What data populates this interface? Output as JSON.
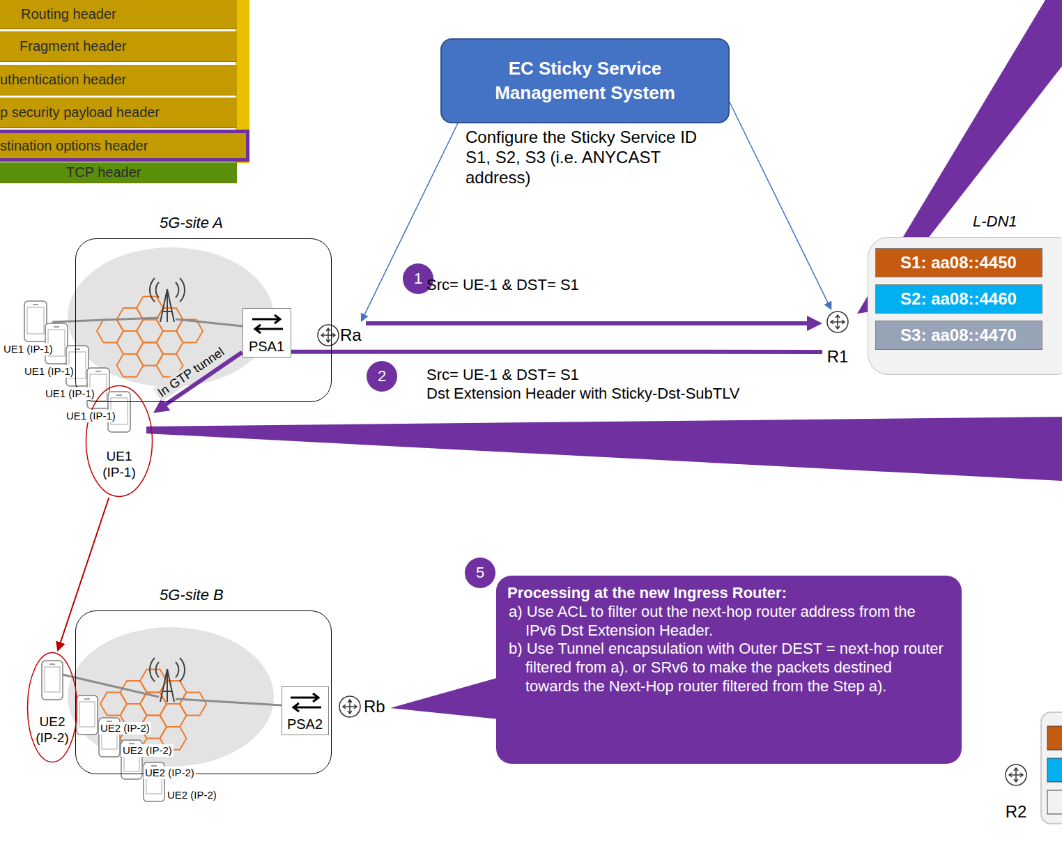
{
  "diagram": {
    "nodes": [
      {
        "text": [
          "Routing header"
        ]
      },
      {
        "text": [
          "Fragment header"
        ]
      },
      {
        "text": [
          "uthentication header"
        ]
      },
      {
        "text": [
          "p security payload header"
        ]
      },
      {
        "text": [
          "stination options header"
        ]
      },
      {
        "text": [
          "TCP header"
        ]
      },
      {
        "text": [
          "EC Sticky Service Management System"
        ]
      },
      {
        "text": [
          "5G-site A"
        ]
      },
      {
        "text": [
          "PSA1"
        ],
        "in": 7
      },
      {
        "text": [
          "Ra"
        ]
      },
      {
        "text": [
          "L-DN1"
        ]
      },
      {
        "text": [
          "S1: aa08::4450"
        ],
        "in": 10
      },
      {
        "text": [
          "S2: aa08::4460"
        ],
        "in": 10
      },
      {
        "text": [
          "S3: aa08::4470"
        ],
        "in": 10
      },
      {
        "text": [
          "R1"
        ]
      },
      {
        "text": [
          "UE1",
          "(IP-1)"
        ]
      },
      {
        "text": [
          "5G-site B"
        ]
      },
      {
        "text": [
          "PSA2"
        ],
        "in": 16
      },
      {
        "text": [
          "Rb"
        ]
      },
      {
        "text": [
          "UE2",
          "(IP-2)"
        ]
      },
      {
        "text": [
          "Processing at the new Ingress Router:",
          "a) Use ACL to filter out the next-hop router address from the IPv6 Dst Extension Header.",
          "b) Use Tunnel encapsulation with Outer DEST = next-hop router filtered from a). or SRv6 to make the packets destined towards the Next-Hop router filtered from the Step a)."
        ]
      },
      {
        "text": [
          "R2"
        ]
      }
    ],
    "edges": [
      {
        "from": 6,
        "to": 9,
        "arrow": "to"
      },
      {
        "from": 6,
        "to": 14,
        "arrow": "to"
      },
      {
        "from": 9,
        "to": 14,
        "arrow": "to"
      },
      {
        "from": 14,
        "to": 8,
        "arrow": "none"
      },
      {
        "from": 8,
        "to": 15,
        "label": "In GTP tunnel",
        "arrow": "to"
      },
      {
        "from": 15,
        "to": 19,
        "arrow": "to"
      }
    ],
    "labels": [
      "Configure the Sticky Service ID S1, S2, S3 (i.e. ANYCAST address)",
      "1",
      "Src= UE-1 & DST= S1",
      "2",
      "Src= UE-1 & DST= S1",
      "Dst Extension Header with Sticky-Dst-SubTLV",
      "5",
      "UE1 (IP-1)",
      "UE1 (IP-1)",
      "UE1 (IP-1)",
      "UE1 (IP-1)",
      "UE2 (IP-2)",
      "UE2 (IP-2)",
      "UE2 (IP-2)",
      "UE2 (IP-2)"
    ]
  }
}
